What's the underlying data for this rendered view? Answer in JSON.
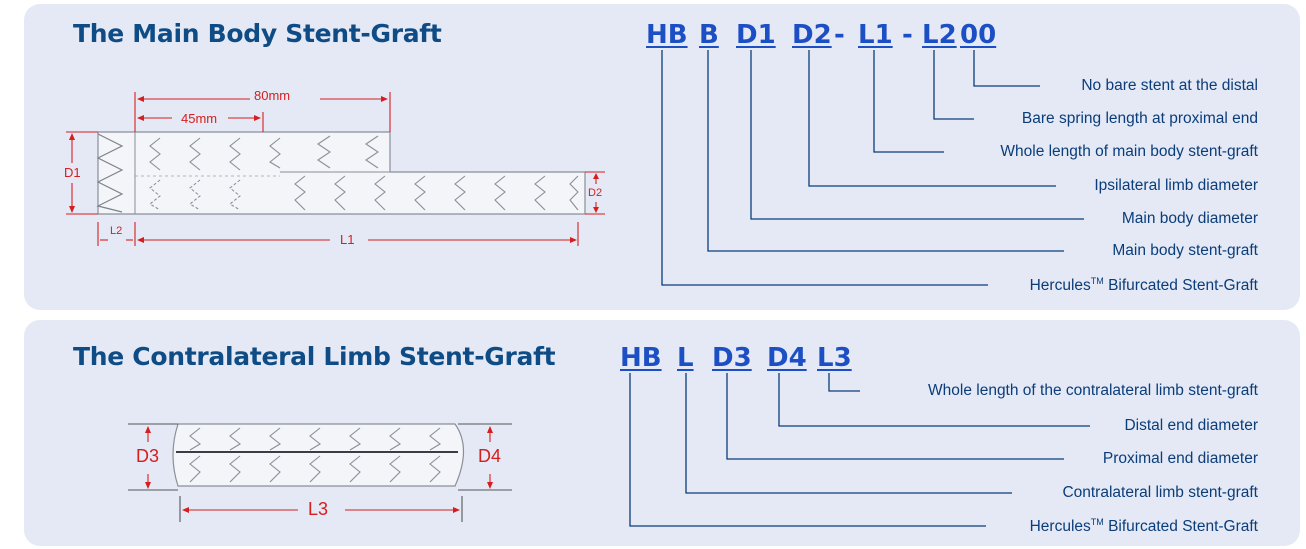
{
  "main_body": {
    "title": "The Main Body Stent-Graft",
    "code_parts": [
      "HB",
      "B",
      "D1",
      "D2",
      "-",
      "L1",
      "-",
      "L2",
      "00"
    ],
    "descriptions": [
      "No bare stent at the distal",
      "Bare spring length at proximal end",
      "Whole length of main body stent-graft",
      "Ipsilateral limb diameter",
      "Main body diameter",
      "Main body stent-graft",
      "Hercules",
      "TM",
      "Bifurcated Stent-Graft"
    ],
    "dimensions": {
      "d80": "80mm",
      "d45": "45mm",
      "d1": "D1",
      "d2": "D2",
      "l1": "L1",
      "l2": "L2"
    }
  },
  "contra_limb": {
    "title": "The Contralateral Limb Stent-Graft",
    "code_parts": [
      "HB",
      "L",
      "D3",
      "D4",
      "L3"
    ],
    "descriptions": [
      "Whole length of the contralateral limb stent-graft",
      "Distal end diameter",
      "Proximal end diameter",
      "Contralateral limb stent-graft",
      "Hercules",
      "TM",
      "Bifurcated Stent-Graft"
    ],
    "dimensions": {
      "d3": "D3",
      "d4": "D4",
      "l3": "L3"
    }
  },
  "colors": {
    "panel_bg": "#e4e9f5",
    "title": "#0f4c86",
    "code": "#1d4fc4",
    "line": "#0a3d7a",
    "dimension": "#d61e1e"
  }
}
